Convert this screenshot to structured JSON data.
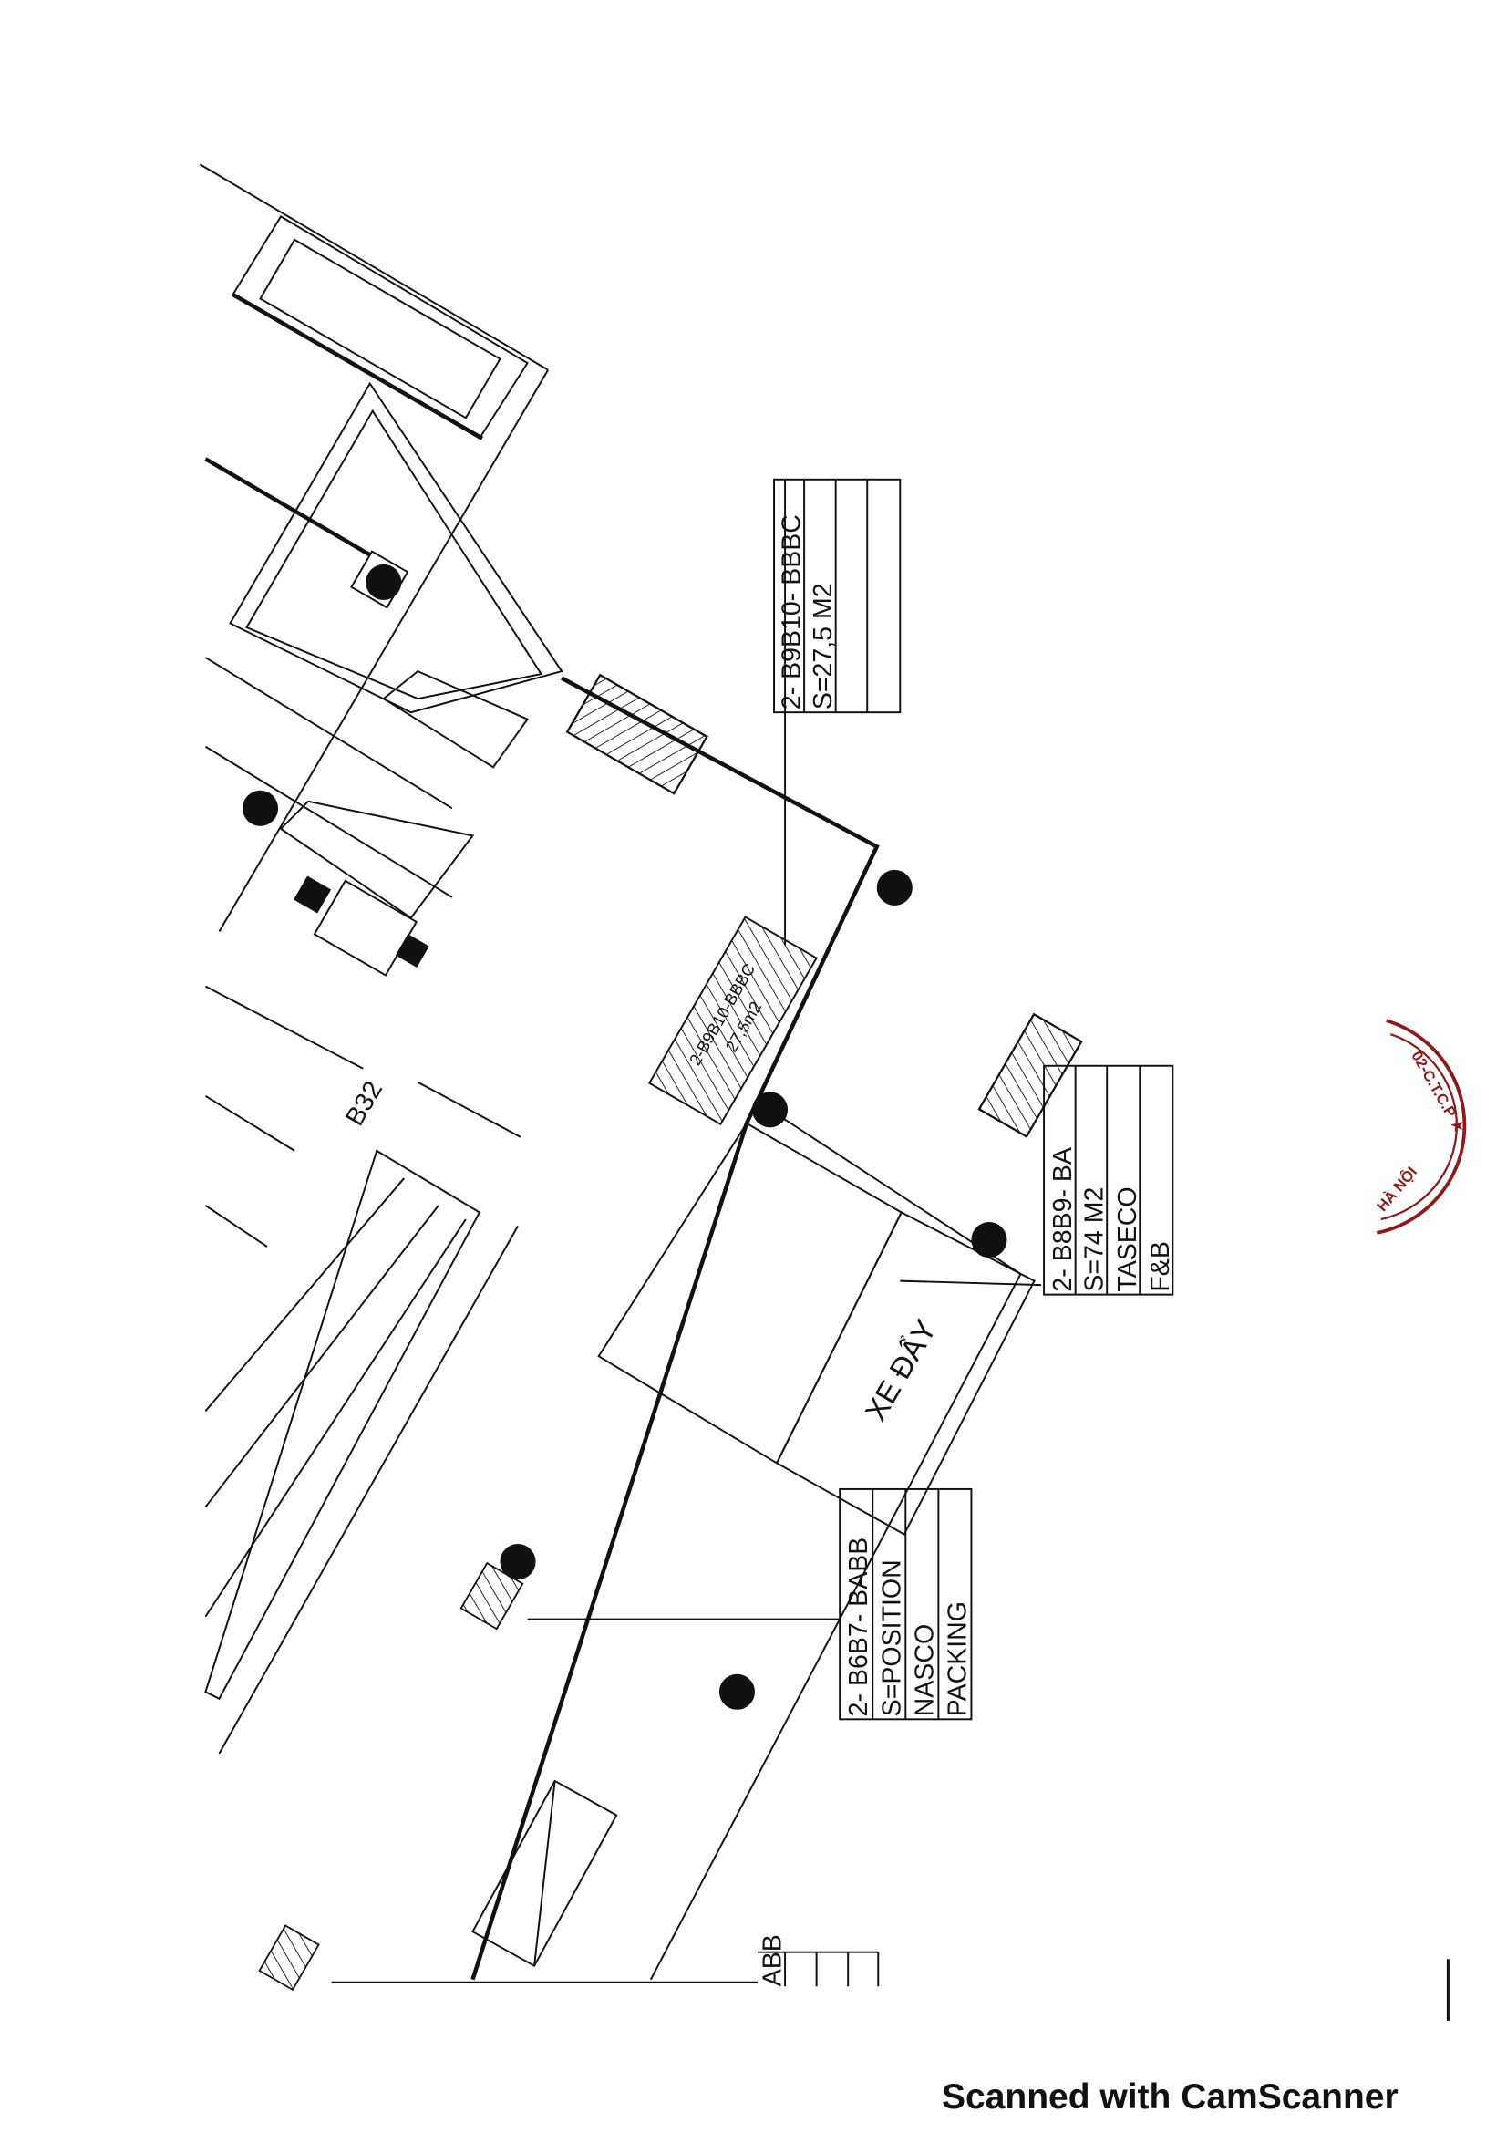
{
  "plan": {
    "tag_b9b10": {
      "line1": "2- B9B10- BBBC",
      "line2": "S=27,5 M2",
      "line3": "",
      "line4": ""
    },
    "tag_b8b9": {
      "line1": "2- B8B9- BA",
      "line2": "S=74 M2",
      "line3": "TASECO",
      "line4": "F&B"
    },
    "tag_b6b7": {
      "line1": "2- B6B7- BABB",
      "line2": "S=POSITION",
      "line3": "NASCO",
      "line4": "PACKING"
    },
    "tag_partial": {
      "line1": "ABB"
    },
    "hatched_area": {
      "code": "2-B9B10-BBBC",
      "area": "27,5m2"
    },
    "trolley_label": "XE ĐẨY",
    "column_label": "B32"
  },
  "stamp": {
    "text": "02-C.T.C.P ★ HÀ NỘI",
    "color": "#8b1a1a"
  },
  "footer": {
    "text": "Scanned with CamScanner"
  }
}
